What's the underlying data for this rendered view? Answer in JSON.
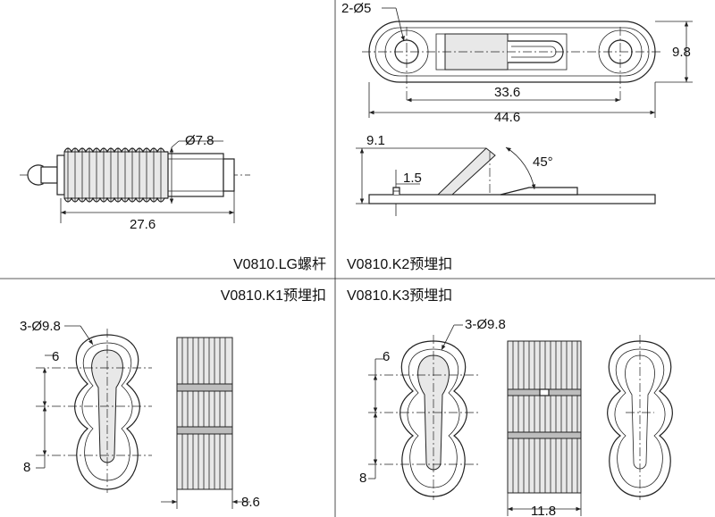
{
  "panels": {
    "lg": {
      "caption": "V0810.LG螺杆",
      "dims": {
        "diameter": "Ø7.8",
        "length": "27.6"
      }
    },
    "k2": {
      "caption": "V0810.K2预埋扣",
      "dims": {
        "holes": "2-Ø5",
        "height": "9.8",
        "pitch": "33.6",
        "length": "44.6",
        "rise": "9.1",
        "thickness": "1.5",
        "angle": "45°"
      }
    },
    "k1": {
      "caption": "V0810.K1预埋扣",
      "dims": {
        "holes": "3-Ø9.8",
        "top": "6",
        "bottom": "8",
        "width": "8.6"
      }
    },
    "k3": {
      "caption": "V0810.K3预埋扣",
      "dims": {
        "holes": "3-Ø9.8",
        "top": "6",
        "bottom": "8",
        "width": "11.8"
      }
    }
  }
}
